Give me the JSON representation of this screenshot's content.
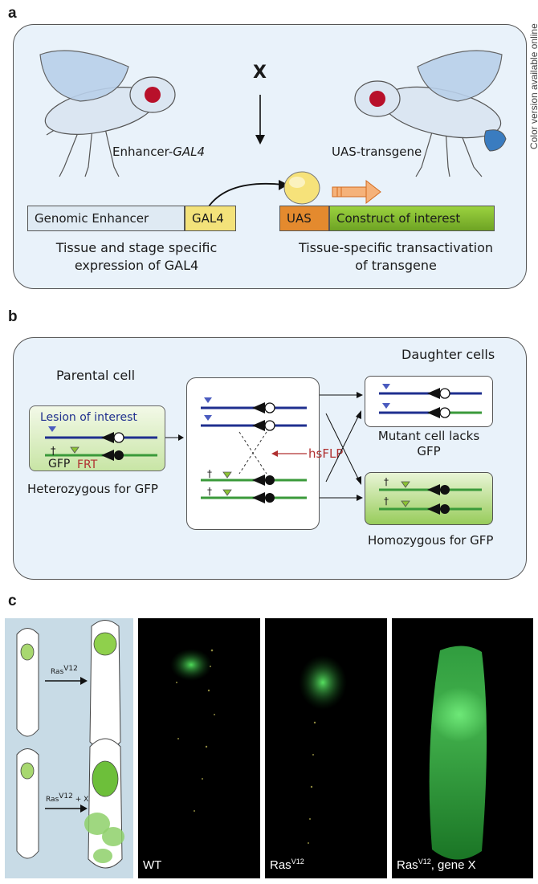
{
  "side_note": "Color version available online",
  "panel_a": {
    "letter": "a",
    "cross": "X",
    "left_fly": "Enhancer-",
    "left_fly_italic": "GAL4",
    "right_fly": "UAS-transgene",
    "genomic_enhancer": "Genomic Enhancer",
    "gal4": "GAL4",
    "uas": "UAS",
    "construct": "Construct of interest",
    "caption_left_1": "Tissue and stage specific",
    "caption_left_2": "expression of GAL4",
    "caption_right_1": "Tissue-specific transactivation",
    "caption_right_2": "of transgene"
  },
  "panel_b": {
    "letter": "b",
    "parental": "Parental cell",
    "daughter": "Daughter cells",
    "lesion": "Lesion of interest",
    "gfp": "GFP",
    "frt": "FRT",
    "hsflp": "hsFLP",
    "heterozygous": "Heterozygous for GFP",
    "mutant_1": "Mutant cell lacks",
    "mutant_2": "GFP",
    "homozygous": "Homozygous for GFP",
    "cross_mark": "†"
  },
  "panel_c": {
    "letter": "c",
    "ras": "Ras",
    "ras_sup": "V12",
    "ras_x_suffix": " + X",
    "photo_wt": "WT",
    "photo_ras": "Ras",
    "photo_ras_sup": "V12",
    "photo_ras_x_suffix": ", gene X"
  },
  "colors": {
    "box_fill": "#e9f2fa",
    "chrom_blue": "#1f2f8f",
    "chrom_green": "#3a9a3a",
    "gal4_yellow": "#f3e27a",
    "uas_orange": "#e48a2e",
    "construct_green": "#8bc234",
    "frt_red": "#b03030"
  }
}
